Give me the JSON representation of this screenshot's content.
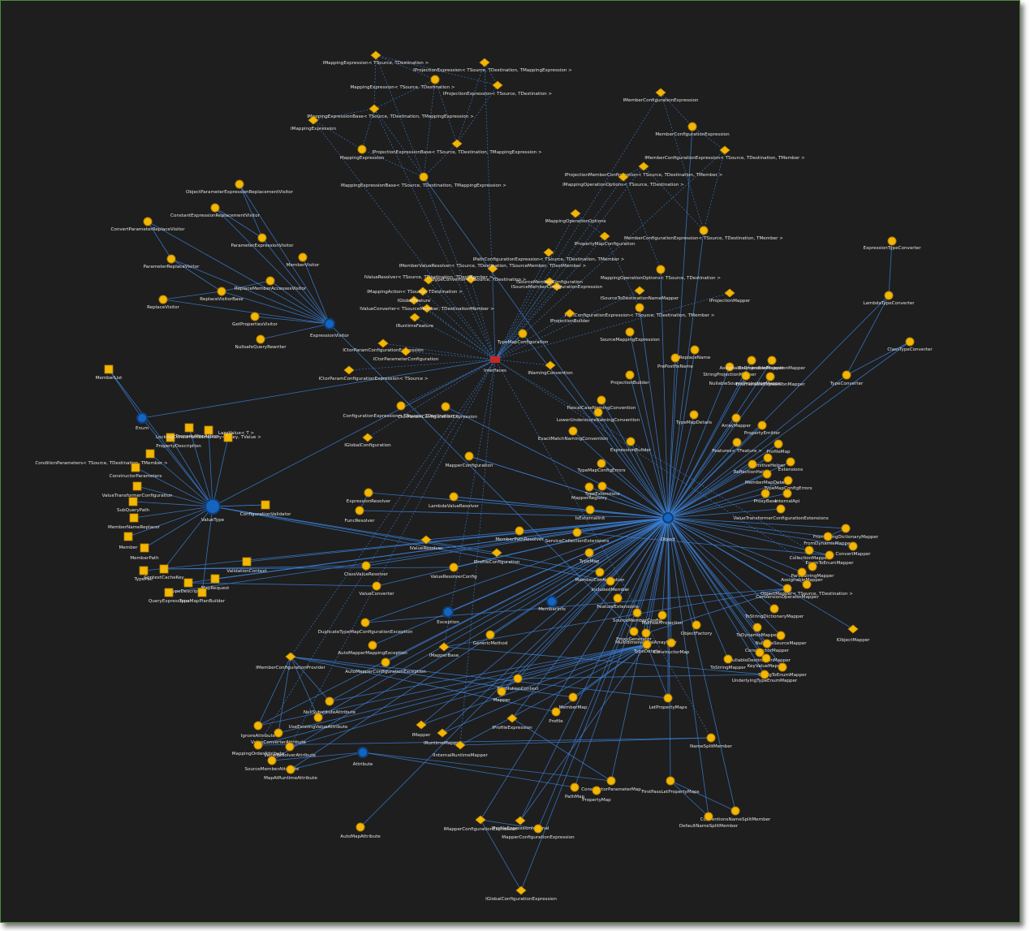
{
  "colors": {
    "background": "#1e1e1e",
    "edge": "#3a7fd6",
    "class_node": "#f2b705",
    "class_ring": "#b87f00",
    "hub_node": "#1565c0",
    "hub_ring": "#0d3f7a",
    "root_node": "#c62828",
    "label": "#e2e2e2"
  },
  "node_kinds": {
    "class": "class-icon",
    "interface": "interface-icon",
    "struct": "struct-icon",
    "namespace": "hub-icon",
    "interfaces_root": "interfaces-root-icon"
  },
  "nodes": [
    {
      "label": "IMappingExpression< TSource, TDestination >",
      "kind": "interface"
    },
    {
      "label": "IProjectionExpression< TSource, TDestination, TMappingExpression >",
      "kind": "interface"
    },
    {
      "label": "MappingExpression< TSource, TDestination >",
      "kind": "class"
    },
    {
      "label": "IProjectionExpression< TSource, TDestination >",
      "kind": "interface"
    },
    {
      "label": "IMappingExpressionBase< TSource, TDestination, TMappingExpression >",
      "kind": "interface"
    },
    {
      "label": "IMappingExpression",
      "kind": "interface"
    },
    {
      "label": "IProjectionExpressionBase< TSource, TDestination, TMappingExpression >",
      "kind": "interface"
    },
    {
      "label": "MappingExpression",
      "kind": "class"
    },
    {
      "label": "MappingExpressionBase< TSource, TDestination, TMappingExpression >",
      "kind": "class"
    },
    {
      "label": "IMemberConfigurationExpression",
      "kind": "interface"
    },
    {
      "label": "MemberConfigurationExpression",
      "kind": "class"
    },
    {
      "label": "IMemberConfigurationExpression< TSource, TDestination, TMember >",
      "kind": "interface"
    },
    {
      "label": "IProjectionMemberConfiguration< TSource, TDestination, TMember >",
      "kind": "interface"
    },
    {
      "label": "IMappingOperationOptions< TSource, TDestination >",
      "kind": "interface"
    },
    {
      "label": "IMappingOperationOptions",
      "kind": "interface"
    },
    {
      "label": "IPropertyMapConfiguration",
      "kind": "interface"
    },
    {
      "label": "MemberConfigurationExpression< TSource, TDestination, TMember >",
      "kind": "class"
    },
    {
      "label": "ExpressionTypeConverter",
      "kind": "class"
    },
    {
      "label": "LambdaTypeConverter",
      "kind": "class"
    },
    {
      "label": "ClassTypeConverter",
      "kind": "class"
    },
    {
      "label": "TypeConverter",
      "kind": "class"
    },
    {
      "label": "ObjectParameterExpressionReplacementVisitor",
      "kind": "class"
    },
    {
      "label": "ConstantExpressionReplacementVisitor",
      "kind": "class"
    },
    {
      "label": "ConvertParameterReplaceVisitor",
      "kind": "class"
    },
    {
      "label": "ParameterExpressionVisitor",
      "kind": "class"
    },
    {
      "label": "MemberVisitor",
      "kind": "class"
    },
    {
      "label": "ParameterReplaceVisitor",
      "kind": "class"
    },
    {
      "label": "ReplaceMemberAccessesVisitor",
      "kind": "class"
    },
    {
      "label": "ReplaceVisitor",
      "kind": "class"
    },
    {
      "label": "ReplaceVisitorBase",
      "kind": "class"
    },
    {
      "label": "GetPropertiesVisitor",
      "kind": "class"
    },
    {
      "label": "ExpressionVisitor",
      "kind": "namespace"
    },
    {
      "label": "NullsafeQueryRewriter",
      "kind": "class"
    },
    {
      "label": "IPathConfigurationExpression< TSource, TDestination, TMember >",
      "kind": "interface"
    },
    {
      "label": "IMemberValueResolver< TSource, TDestination, TSourceMember, TDestMember >",
      "kind": "interface"
    },
    {
      "label": "ITypeConverter< TSource, TDestination >",
      "kind": "interface"
    },
    {
      "label": "IValueResolver< TSource, TDestination, TDestMember >",
      "kind": "interface"
    },
    {
      "label": "ISourceMemberConfiguration",
      "kind": "interface"
    },
    {
      "label": "ISourceMemberConfigurationExpression",
      "kind": "interface"
    },
    {
      "label": "IMappingAction< TSource, TDestination >",
      "kind": "interface"
    },
    {
      "label": "IGlobalFeature",
      "kind": "interface"
    },
    {
      "label": "IValueConverter< TSourceMember, TDestinationMember >",
      "kind": "interface"
    },
    {
      "label": "IRuntimeFeature",
      "kind": "interface"
    },
    {
      "label": "MappingOperationOptions< TSource, TDestination >",
      "kind": "class"
    },
    {
      "label": "ISourceToDestinationNameMapper",
      "kind": "interface"
    },
    {
      "label": "IProjectionMapper",
      "kind": "interface"
    },
    {
      "label": "PathConfigurationExpression< TSource, TDestination, TMember >",
      "kind": "class"
    },
    {
      "label": "IProjectionBuilder",
      "kind": "interface"
    },
    {
      "label": "SourceMappingExpression",
      "kind": "class"
    },
    {
      "label": "TypeMapConfiguration",
      "kind": "class"
    },
    {
      "label": "ICtorParamConfigurationExpression",
      "kind": "interface"
    },
    {
      "label": "ICtorParameterConfiguration",
      "kind": "interface"
    },
    {
      "label": "Interfaces",
      "kind": "interfaces_root"
    },
    {
      "label": "INamingConvention",
      "kind": "interface"
    },
    {
      "label": "ICtorParamConfigurationExpression< TSource >",
      "kind": "interface"
    },
    {
      "label": "ProjectionBuilder",
      "kind": "class"
    },
    {
      "label": "PrePostfixName",
      "kind": "class"
    },
    {
      "label": "ReplaceName",
      "kind": "class"
    },
    {
      "label": "StringProjectionMapper",
      "kind": "class"
    },
    {
      "label": "AssignableProjectionMapper",
      "kind": "class"
    },
    {
      "label": "EnumerableProjectionMapper",
      "kind": "class"
    },
    {
      "label": "NullableSourceProjectionMapper",
      "kind": "class"
    },
    {
      "label": "EnumerableExpressionMapper",
      "kind": "class"
    },
    {
      "label": "MemberList",
      "kind": "struct"
    },
    {
      "label": "Enum",
      "kind": "namespace"
    },
    {
      "label": "ConfigurationExpression< TSource, TDestination >",
      "kind": "class"
    },
    {
      "label": "CtorParamConfigurationExpression",
      "kind": "class"
    },
    {
      "label": "PascalCaseNamingConvention",
      "kind": "class"
    },
    {
      "label": "LowerUnderscoreNamingConvention",
      "kind": "class"
    },
    {
      "label": "TypeMapDetails",
      "kind": "class"
    },
    {
      "label": "ArrayMapper",
      "kind": "class"
    },
    {
      "label": "PropertyEmitter",
      "kind": "class"
    },
    {
      "label": "ExactMatchNamingConvention",
      "kind": "class"
    },
    {
      "label": "IGlobalConfiguration",
      "kind": "interface"
    },
    {
      "label": "ExpressionBuilder",
      "kind": "class"
    },
    {
      "label": "Features< TFeature >",
      "kind": "class"
    },
    {
      "label": "ProfileMap",
      "kind": "class"
    },
    {
      "label": "PrimitiveHelper",
      "kind": "class"
    },
    {
      "label": "ReflectionHelper",
      "kind": "class"
    },
    {
      "label": "Extensions",
      "kind": "class"
    },
    {
      "label": "PropertyDescription",
      "kind": "struct"
    },
    {
      "label": "PropertyMapAction",
      "kind": "struct"
    },
    {
      "label": "LockingConcurrentDictionary< TKey, TValue >",
      "kind": "struct"
    },
    {
      "label": "ConditionParameters< TSource, TDestination, TMember >",
      "kind": "struct"
    },
    {
      "label": "LazyValue< T >",
      "kind": "struct"
    },
    {
      "label": "ConstructorParameters",
      "kind": "struct"
    },
    {
      "label": "MapperConfiguration",
      "kind": "class"
    },
    {
      "label": "TypeMapConfigErrors",
      "kind": "class"
    },
    {
      "label": "MemberMapDetails",
      "kind": "class"
    },
    {
      "label": "TypeMapConfigErrors",
      "kind": "class"
    },
    {
      "label": "ValueTransformerConfiguration",
      "kind": "struct"
    },
    {
      "label": "TypeExtensions",
      "kind": "class"
    },
    {
      "label": "ProxyBase",
      "kind": "class"
    },
    {
      "label": "InternalApi",
      "kind": "class"
    },
    {
      "label": "SubQueryPath",
      "kind": "struct"
    },
    {
      "label": "ExpressionResolver",
      "kind": "class"
    },
    {
      "label": "LambdaValueResolver",
      "kind": "class"
    },
    {
      "label": "MapperRegistry",
      "kind": "class"
    },
    {
      "label": "ValueType",
      "kind": "namespace"
    },
    {
      "label": "ConfigurationValidator",
      "kind": "struct"
    },
    {
      "label": "IsExternalInit",
      "kind": "class"
    },
    {
      "label": "Object",
      "kind": "namespace"
    },
    {
      "label": "ValueTransformerConfigurationExtensions",
      "kind": "class"
    },
    {
      "label": "MemberNameReplacer",
      "kind": "struct"
    },
    {
      "label": "FuncResolver",
      "kind": "class"
    },
    {
      "label": "FromStringDictionaryMapper",
      "kind": "class"
    },
    {
      "label": "FromDynamicMapper",
      "kind": "class"
    },
    {
      "label": "ConvertMapper",
      "kind": "class"
    },
    {
      "label": "Member",
      "kind": "struct"
    },
    {
      "label": "MemberPathResolver",
      "kind": "class"
    },
    {
      "label": "ServiceCollectionExtensions",
      "kind": "class"
    },
    {
      "label": "IValueResolver",
      "kind": "interface"
    },
    {
      "label": "MemberPath",
      "kind": "struct"
    },
    {
      "label": "CollectionMapper",
      "kind": "class"
    },
    {
      "label": "EnumToEnumMapper",
      "kind": "class"
    },
    {
      "label": "TypeMap",
      "kind": "class"
    },
    {
      "label": "IProfileConfiguration",
      "kind": "interface"
    },
    {
      "label": "ValidationContext",
      "kind": "struct"
    },
    {
      "label": "ParseStringMapper",
      "kind": "class"
    },
    {
      "label": "AssignableMapper",
      "kind": "class"
    },
    {
      "label": "TypePair",
      "kind": "struct"
    },
    {
      "label": "ContextCacheKey",
      "kind": "struct"
    },
    {
      "label": "ClassValueResolver",
      "kind": "class"
    },
    {
      "label": "ValueResolverConfig",
      "kind": "class"
    },
    {
      "label": "MapRequest",
      "kind": "struct"
    },
    {
      "label": "MemberConfiguration",
      "kind": "class"
    },
    {
      "label": "TypeDescription",
      "kind": "struct"
    },
    {
      "label": "IncludedMember",
      "kind": "class"
    },
    {
      "label": "QueryExpressions",
      "kind": "struct"
    },
    {
      "label": "TypeMapPlanBuilder",
      "kind": "struct"
    },
    {
      "label": "ValueConverter",
      "kind": "class"
    },
    {
      "label": "ObjectMapper< TSource, TDestination >",
      "kind": "class"
    },
    {
      "label": "ConversionOperatorMapper",
      "kind": "class"
    },
    {
      "label": "FeatureExtensions",
      "kind": "class"
    },
    {
      "label": "MemberInfo",
      "kind": "namespace"
    },
    {
      "label": "Exception",
      "kind": "namespace"
    },
    {
      "label": "ToStringDictionaryMapper",
      "kind": "class"
    },
    {
      "label": "SourceMemberConfig",
      "kind": "class"
    },
    {
      "label": "MemberProjection",
      "kind": "class"
    },
    {
      "label": "DuplicateTypeMapConfigurationException",
      "kind": "class"
    },
    {
      "label": "ProxyGenerator",
      "kind": "class"
    },
    {
      "label": "ObjectFactory",
      "kind": "class"
    },
    {
      "label": "ToDynamicMapper",
      "kind": "class"
    },
    {
      "label": "GenericMethod",
      "kind": "class"
    },
    {
      "label": "MultidimensionalArrayFiller",
      "kind": "class"
    },
    {
      "label": "NullableSourceMapper",
      "kind": "class"
    },
    {
      "label": "IObjectMapper",
      "kind": "interface"
    },
    {
      "label": "AutoMapperMappingException",
      "kind": "class"
    },
    {
      "label": "ConstructorMap",
      "kind": "class"
    },
    {
      "label": "ConstructorMapper",
      "kind": "class"
    },
    {
      "label": "TypeDetails",
      "kind": "class"
    },
    {
      "label": "IMapperBase",
      "kind": "interface"
    },
    {
      "label": "NullableDestinationMapper",
      "kind": "class"
    },
    {
      "label": "KeyValueMapper",
      "kind": "class"
    },
    {
      "label": "AutoMapperConfigurationException",
      "kind": "class"
    },
    {
      "label": "ToStringMapper",
      "kind": "class"
    },
    {
      "label": "StringToEnumMapper",
      "kind": "class"
    },
    {
      "label": "IMemberConfigurationProvider",
      "kind": "interface"
    },
    {
      "label": "UnderlyingTypeEnumMapper",
      "kind": "class"
    },
    {
      "label": "ResolutionContext",
      "kind": "class"
    },
    {
      "label": "Mapper",
      "kind": "class"
    },
    {
      "label": "MemberMap",
      "kind": "class"
    },
    {
      "label": "LetPropertyMaps",
      "kind": "class"
    },
    {
      "label": "NullSubstituteAttribute",
      "kind": "class"
    },
    {
      "label": "UseExistingValueAttribute",
      "kind": "class"
    },
    {
      "label": "IgnoreAttribute",
      "kind": "class"
    },
    {
      "label": "ValueConverterAttribute",
      "kind": "class"
    },
    {
      "label": "Profile",
      "kind": "class"
    },
    {
      "label": "IProfileExpression",
      "kind": "interface"
    },
    {
      "label": "IMapper",
      "kind": "interface"
    },
    {
      "label": "IRuntimeMapper",
      "kind": "interface"
    },
    {
      "label": "IInternalRuntimeMapper",
      "kind": "interface"
    },
    {
      "label": "NameSplitMember",
      "kind": "class"
    },
    {
      "label": "MappingOrderAttribute",
      "kind": "class"
    },
    {
      "label": "ValueResolverAttribute",
      "kind": "class"
    },
    {
      "label": "Attribute",
      "kind": "namespace"
    },
    {
      "label": "SourceMemberAttribute",
      "kind": "class"
    },
    {
      "label": "MapAtRuntimeAttribute",
      "kind": "class"
    },
    {
      "label": "ConstructorParameterMap",
      "kind": "class"
    },
    {
      "label": "PathMap",
      "kind": "class"
    },
    {
      "label": "PropertyMap",
      "kind": "class"
    },
    {
      "label": "FirstPassLetPropertyMaps",
      "kind": "class"
    },
    {
      "label": "ConventionsNameSplitMember",
      "kind": "class"
    },
    {
      "label": "DefaultNameSplitMember",
      "kind": "class"
    },
    {
      "label": "AutoMapAttribute",
      "kind": "class"
    },
    {
      "label": "IMapperConfigurationExpression",
      "kind": "interface"
    },
    {
      "label": "IProfileExpressionInternal",
      "kind": "interface"
    },
    {
      "label": "MapperConfigurationExpression",
      "kind": "class"
    },
    {
      "label": "IGlobalConfigurationExpression",
      "kind": "interface"
    }
  ]
}
